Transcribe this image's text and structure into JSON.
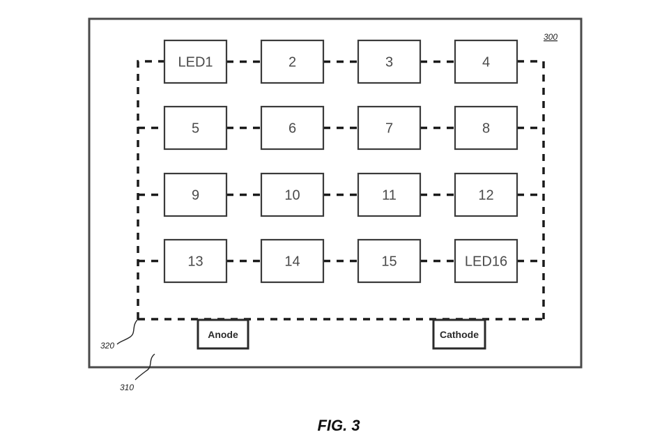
{
  "figure": {
    "caption": "FIG. 3",
    "board_ref": "300",
    "substrate_ref": "310",
    "wire_ref": "320",
    "anode_label": "Anode",
    "cathode_label": "Cathode"
  },
  "leds": [
    [
      "LED1",
      "2",
      "3",
      "4"
    ],
    [
      "5",
      "6",
      "7",
      "8"
    ],
    [
      "9",
      "10",
      "11",
      "12"
    ],
    [
      "13",
      "14",
      "15",
      "LED16"
    ]
  ]
}
